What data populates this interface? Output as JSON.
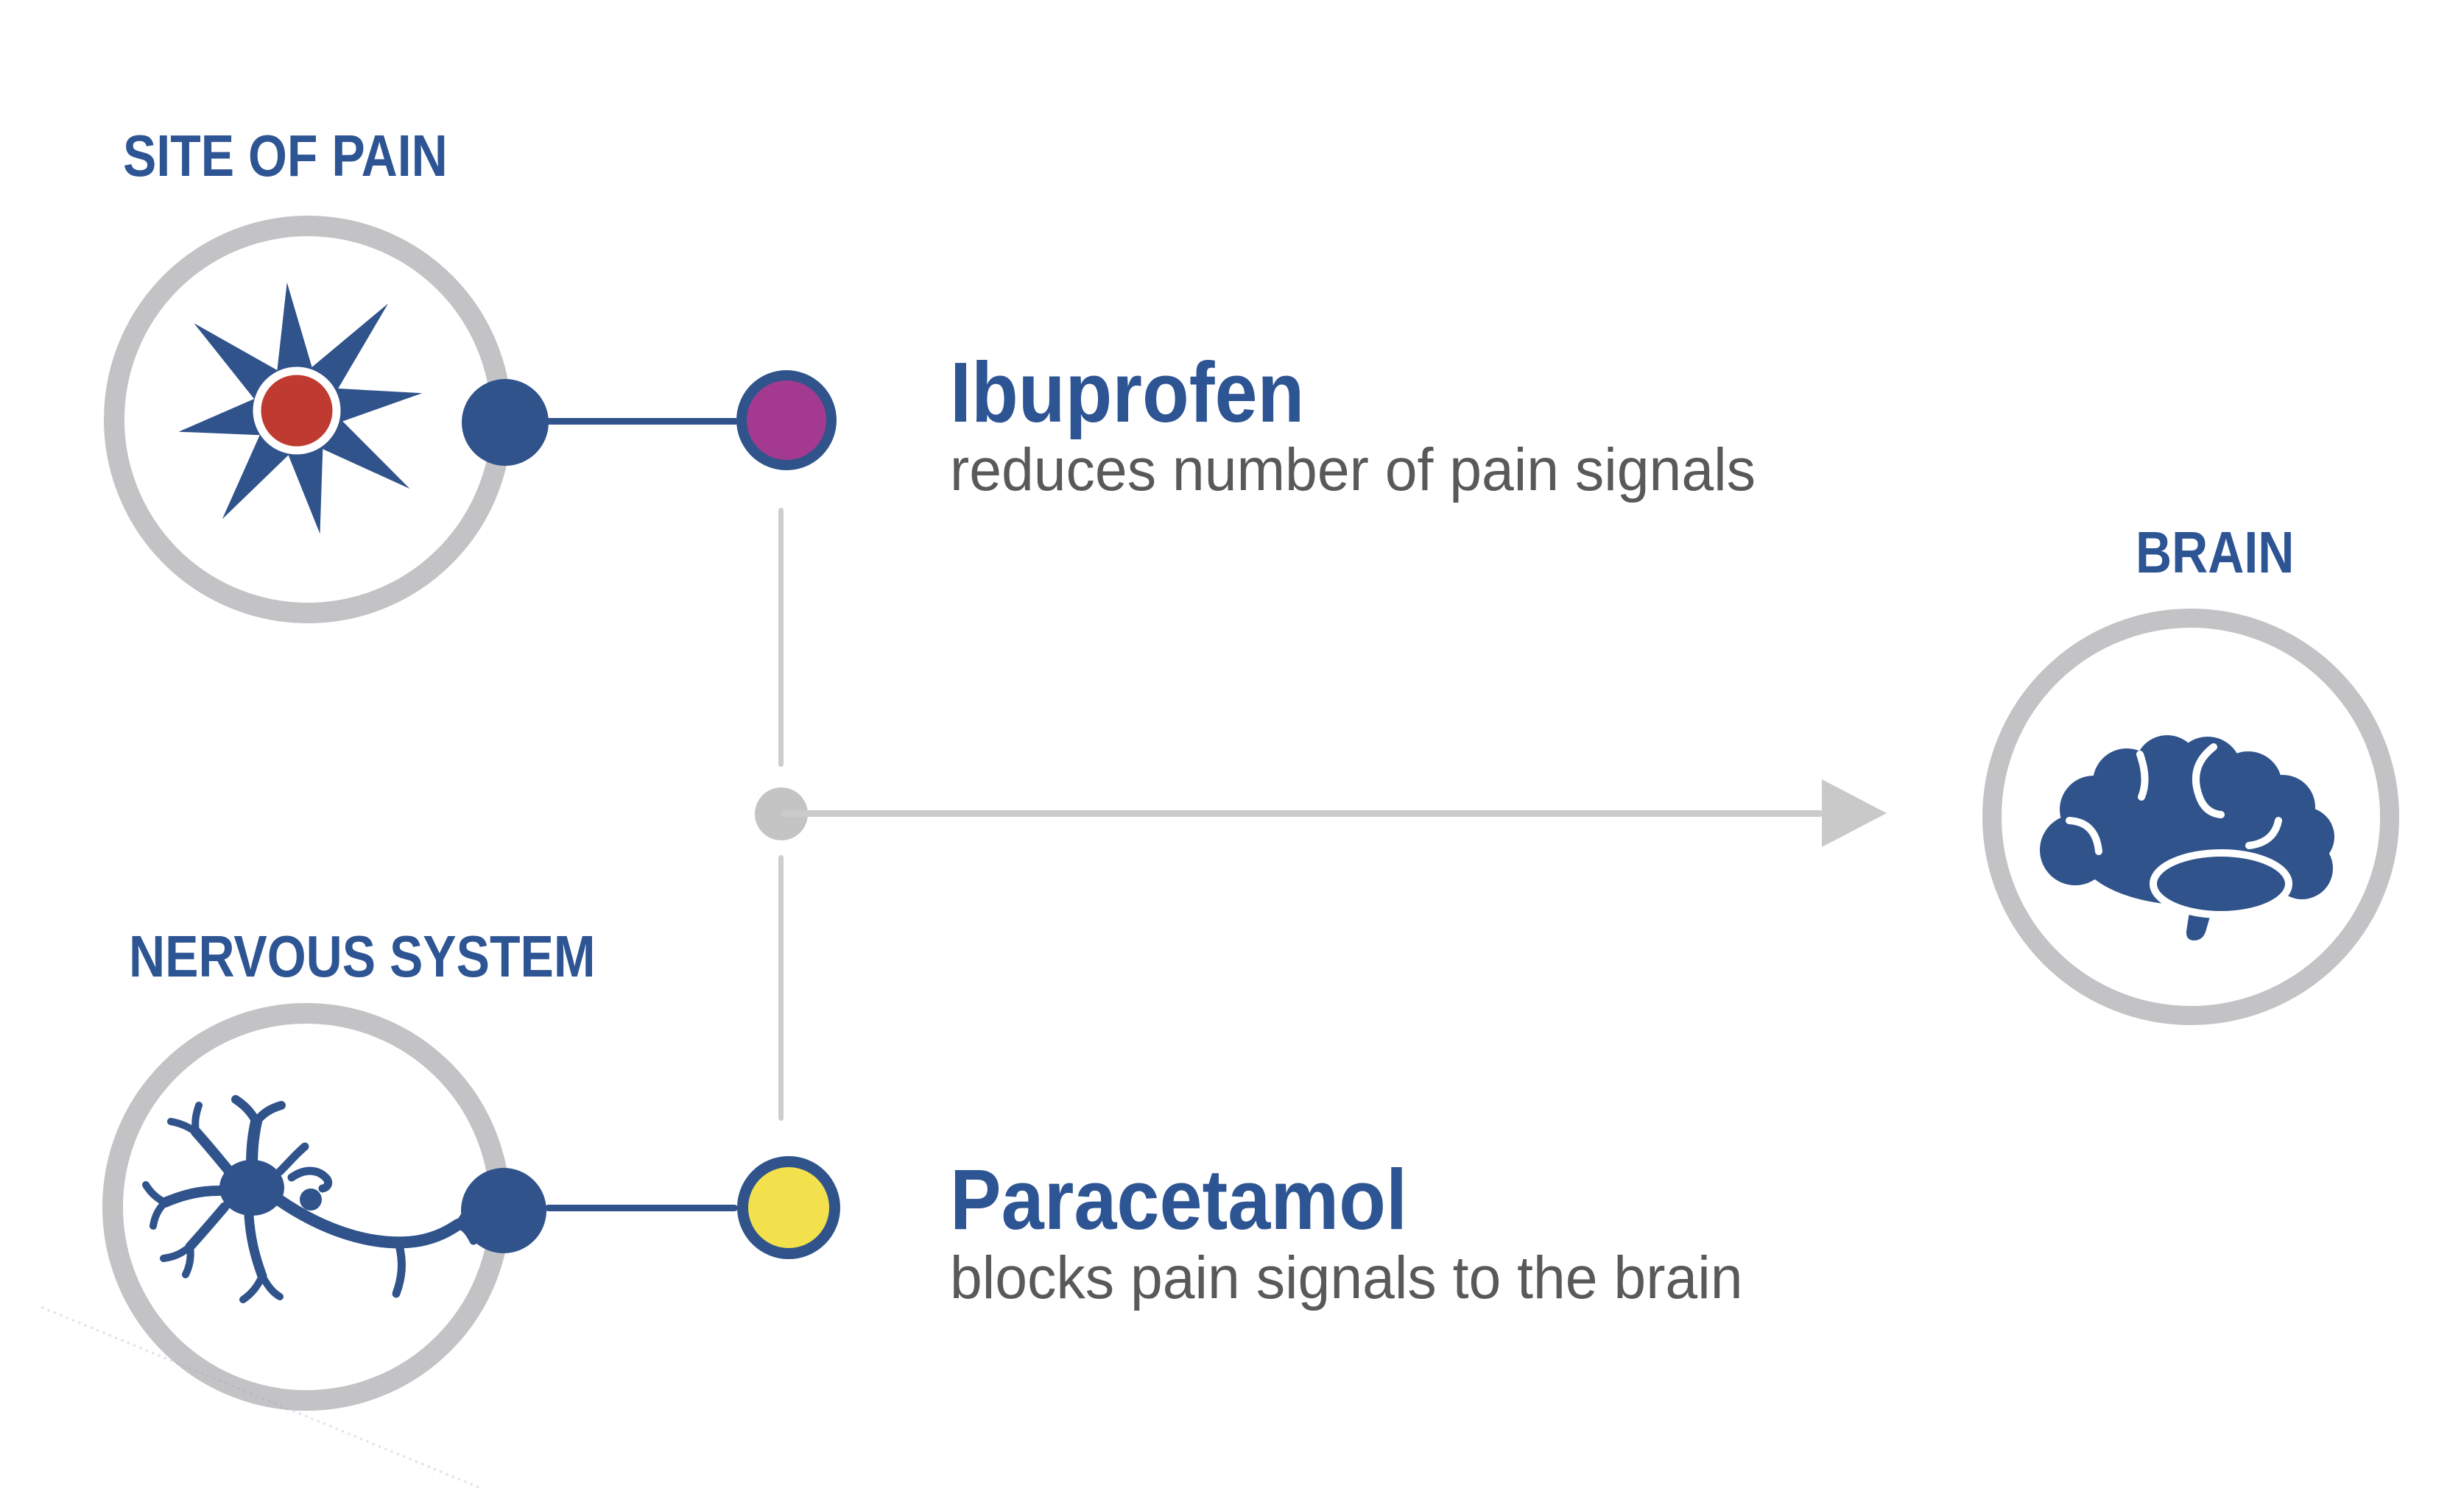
{
  "canvas": {
    "background": "#ffffff"
  },
  "colors": {
    "heading_blue": "#2d5493",
    "icon_blue": "#30538b",
    "circle_ring_gray": "#c3c3c5",
    "connector_gray": "#c9c9c9",
    "description_gray": "#58595b",
    "pain_red": "#bf3a30",
    "ibuprofen_magenta": "#a43a8f",
    "paracetamol_yellow": "#f2e04d"
  },
  "pathway": {
    "site_of_pain": {
      "label": "SITE OF PAIN",
      "icon": "pain-starburst-icon"
    },
    "nervous_system": {
      "label": "NERVOUS SYSTEM",
      "icon": "neuron-icon"
    },
    "brain": {
      "label": "BRAIN",
      "icon": "brain-icon"
    }
  },
  "drugs": {
    "ibuprofen": {
      "name": "Ibuprofen",
      "description": "reduces number of pain signals",
      "marker_color": "#a43a8f"
    },
    "paracetamol": {
      "name": "Paracetamol",
      "description": "blocks pain signals to the brain",
      "marker_color": "#f2e04d"
    }
  }
}
